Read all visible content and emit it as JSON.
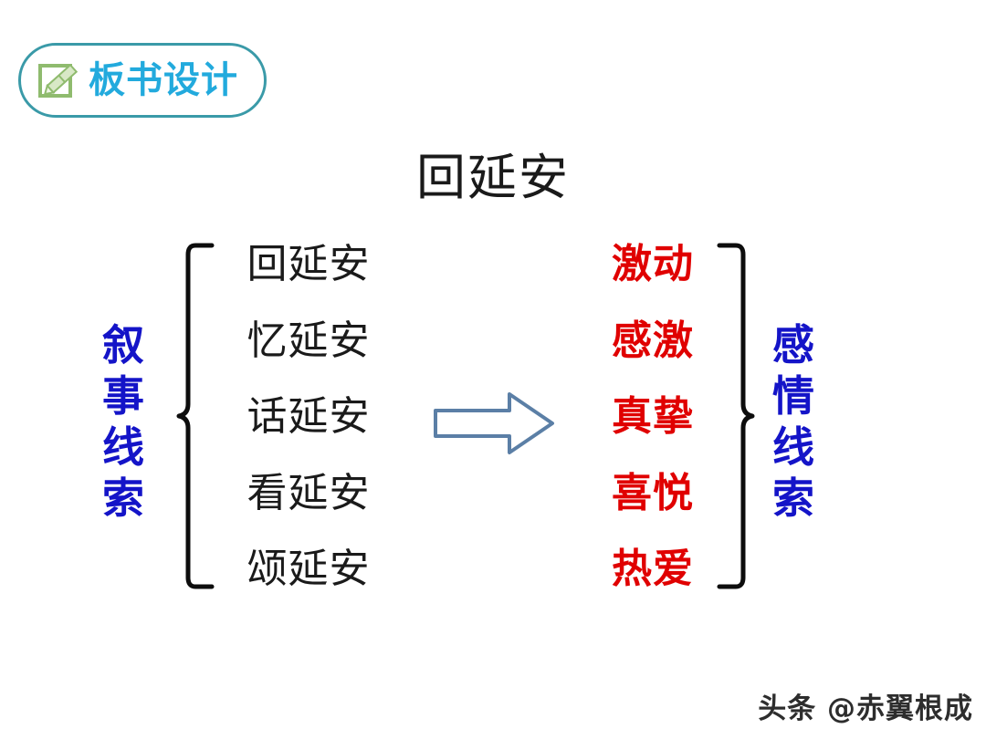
{
  "badge": {
    "label": "板书设计",
    "icon": "pencil-note-icon",
    "border_color": "#3a9aa8",
    "text_color": "#22aadd",
    "icon_color": "#a8c88c"
  },
  "title": "回延安",
  "diagram": {
    "left_label": "叙事线索",
    "left_label_chars": [
      "叙",
      "事",
      "线",
      "索"
    ],
    "right_label": "感情线索",
    "right_label_chars": [
      "感",
      "情",
      "线",
      "索"
    ],
    "narrative_items": [
      "回延安",
      "忆延安",
      "话延安",
      "看延安",
      "颂延安"
    ],
    "emotion_items": [
      "激动",
      "感激",
      "真挚",
      "喜悦",
      "热爱"
    ],
    "arrow": "right-block-arrow",
    "arrow_color": "#5b7fa6",
    "narrative_color": "#1a1a1a",
    "emotion_color": "#e00000",
    "label_color": "#1414c8"
  },
  "watermark": "头条 @赤翼根成"
}
